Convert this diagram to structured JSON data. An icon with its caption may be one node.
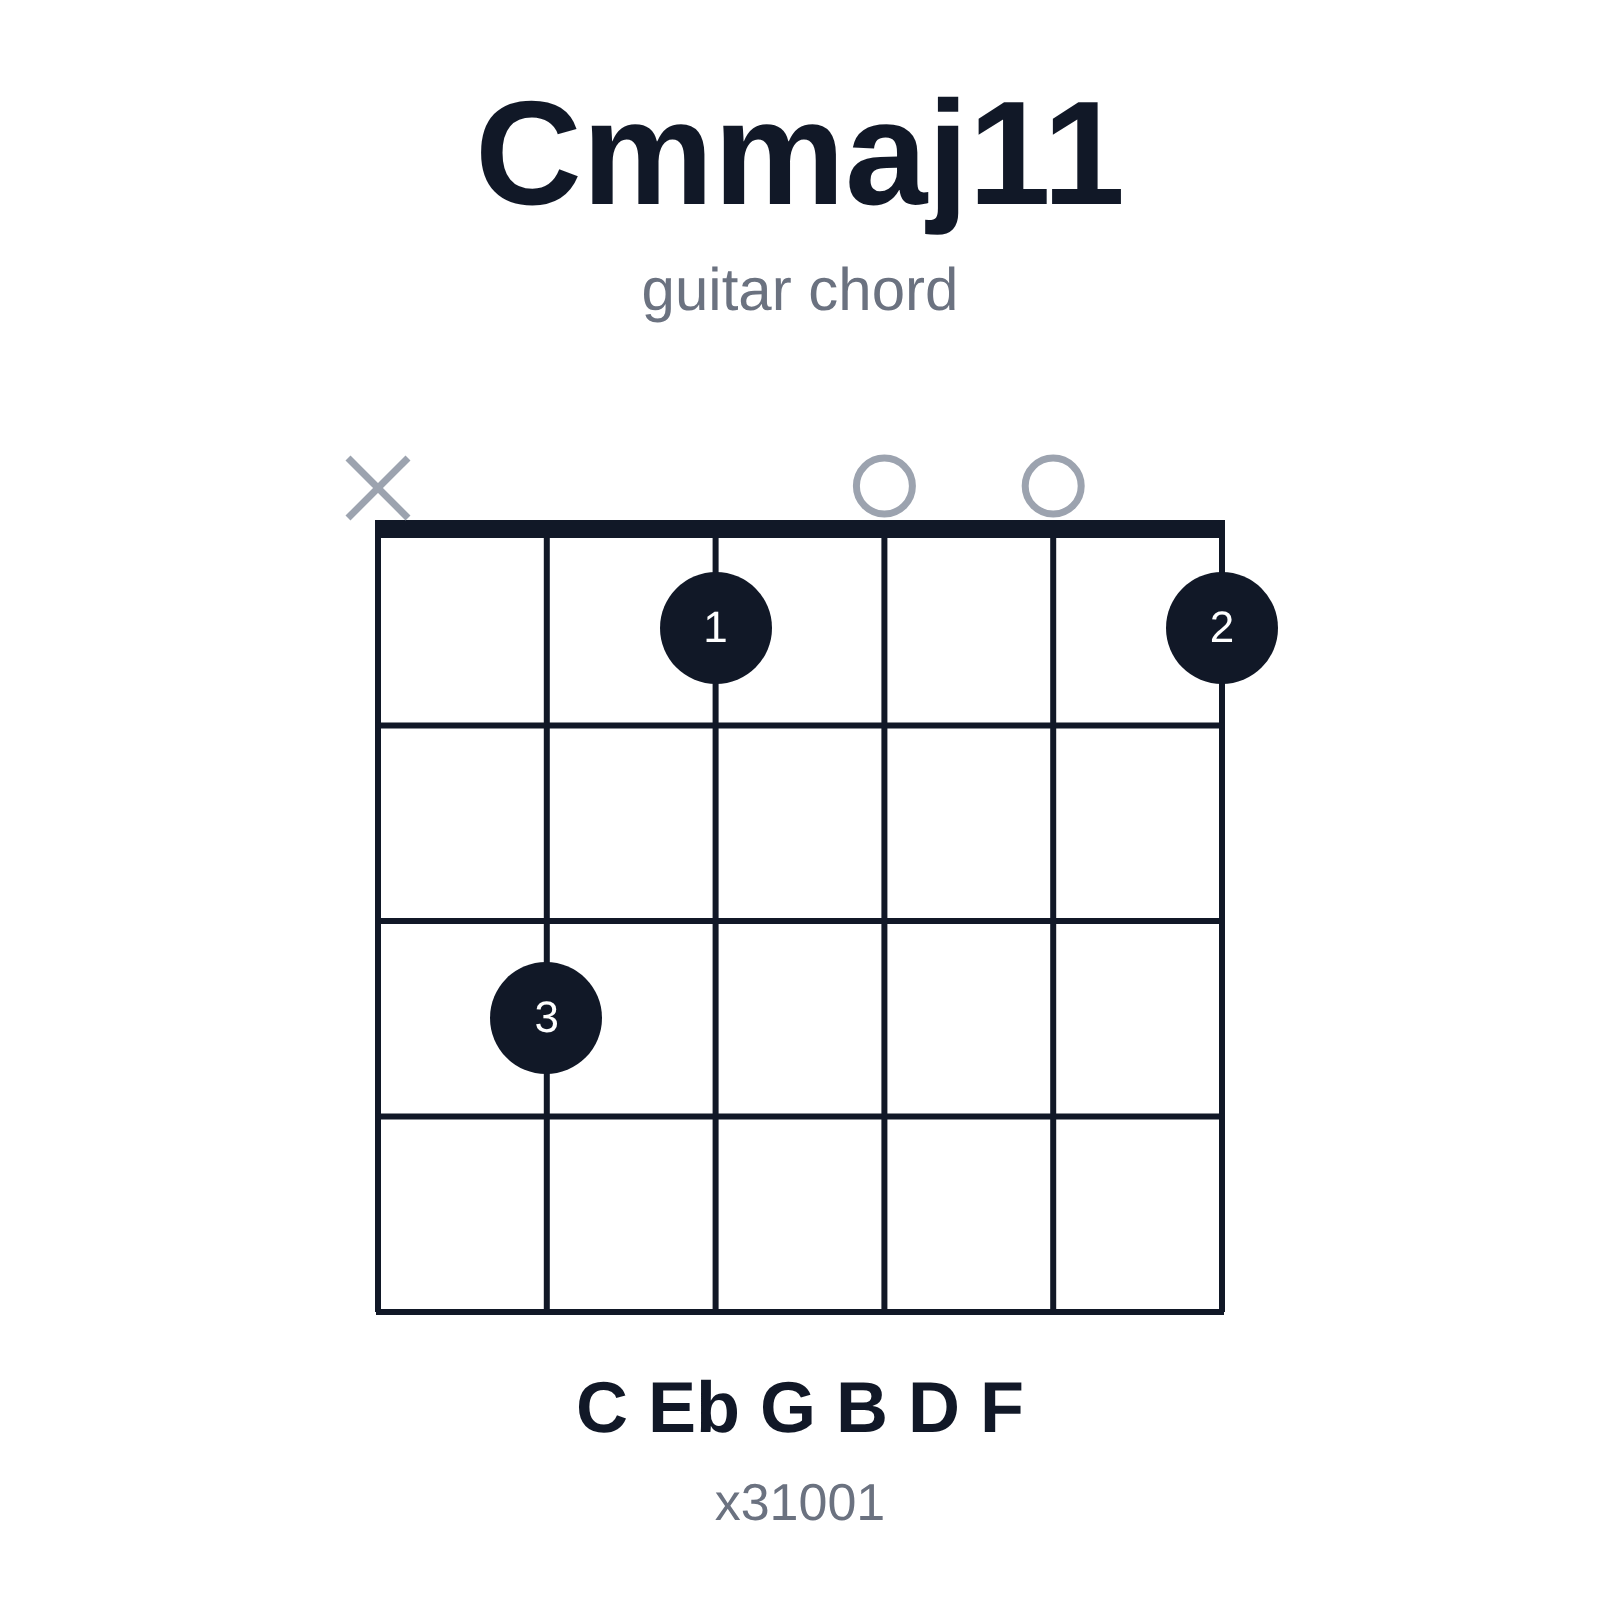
{
  "diagram": {
    "title": "Cmmaj11",
    "nodes": [
      {
        "text": [
          "1"
        ]
      },
      {
        "text": [
          "2"
        ]
      },
      {
        "text": [
          "3"
        ]
      }
    ],
    "labels": [
      "guitar chord",
      "C Eb G B D F",
      "x31001"
    ]
  }
}
